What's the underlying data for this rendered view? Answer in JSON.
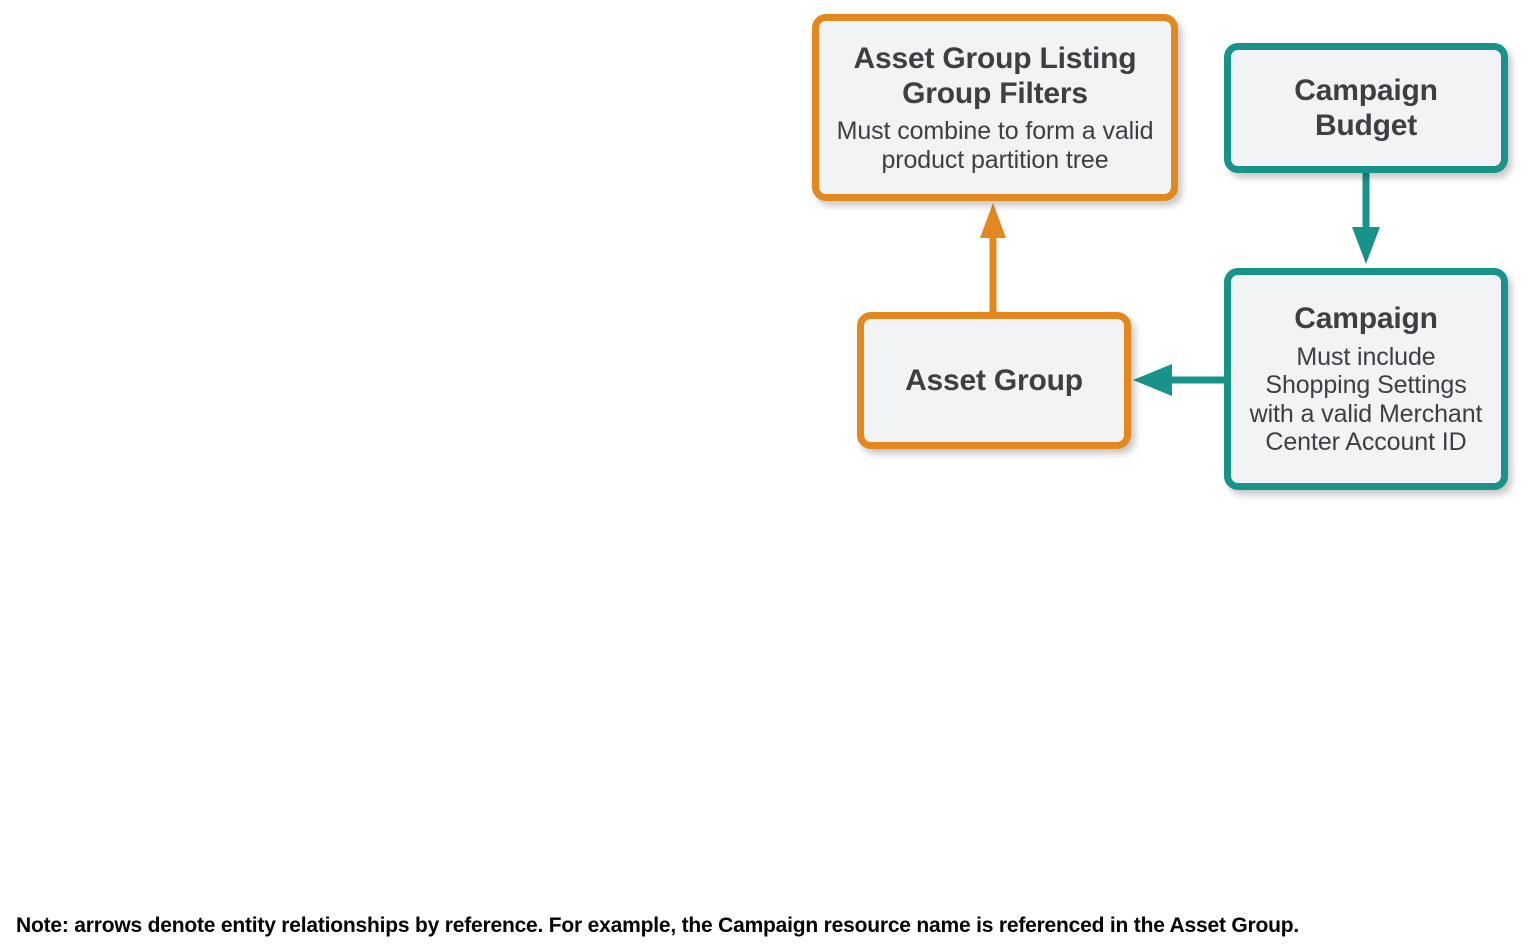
{
  "diagram": {
    "colors": {
      "orange": "#E2881F",
      "teal": "#17938A",
      "node_fill": "#F1F3F4",
      "text": "#3C4043",
      "footnote_text": "#000000",
      "background": "#FFFFFF"
    },
    "nodes": [
      {
        "id": "asset-group-listing-group-filters",
        "title": "Asset Group Listing Group Filters",
        "note": "Must combine to form a valid product partition tree",
        "color": "orange"
      },
      {
        "id": "campaign-budget",
        "title": "Campaign Budget",
        "note": "",
        "color": "teal"
      },
      {
        "id": "asset-group",
        "title": "Asset Group",
        "note": "",
        "color": "orange"
      },
      {
        "id": "campaign",
        "title": "Campaign",
        "note": "Must include Shopping Settings with a valid Merchant Center Account ID",
        "color": "teal"
      }
    ],
    "arrows": [
      {
        "id": "asset-group-to-listing-group-filters",
        "from": "asset-group",
        "to": "asset-group-listing-group-filters",
        "direction": "up",
        "color": "orange"
      },
      {
        "id": "campaign-budget-to-campaign",
        "from": "campaign-budget",
        "to": "campaign",
        "direction": "down",
        "color": "teal"
      },
      {
        "id": "campaign-to-asset-group",
        "from": "campaign",
        "to": "asset-group",
        "direction": "left",
        "color": "teal"
      }
    ],
    "footnote": "Note: arrows denote entity relationships by reference. For example, the Campaign resource name is referenced in the Asset Group."
  }
}
